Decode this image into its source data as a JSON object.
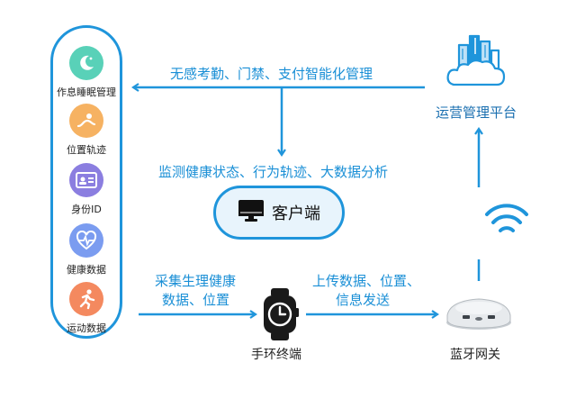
{
  "left_panel": {
    "items": [
      {
        "label": "作息睡眠管理",
        "icon": "moon-icon",
        "color": "#59d1b8"
      },
      {
        "label": "位置轨迹",
        "icon": "location-track-icon",
        "color": "#f6b262"
      },
      {
        "label": "身份ID",
        "icon": "id-card-icon",
        "color": "#8b7ee0"
      },
      {
        "label": "健康数据",
        "icon": "heart-rate-icon",
        "color": "#7b9cf0"
      },
      {
        "label": "运动数据",
        "icon": "running-icon",
        "color": "#f4895f"
      }
    ]
  },
  "top_arrow_label": "无感考勤、门禁、支付智能化管理",
  "middle_label": "监测健康状态、行为轨迹、大数据分析",
  "client": {
    "label": "客户端",
    "icon": "monitor-icon"
  },
  "collect_label_line1": "采集生理健康",
  "collect_label_line2": "数据、位置",
  "upload_label_line1": "上传数据、位置、",
  "upload_label_line2": "信息发送",
  "watch_label": "手环终端",
  "gateway_label": "蓝牙网关",
  "platform_label": "运营管理平台",
  "colors": {
    "accent": "#1a8fd6",
    "line": "#1f95db"
  }
}
